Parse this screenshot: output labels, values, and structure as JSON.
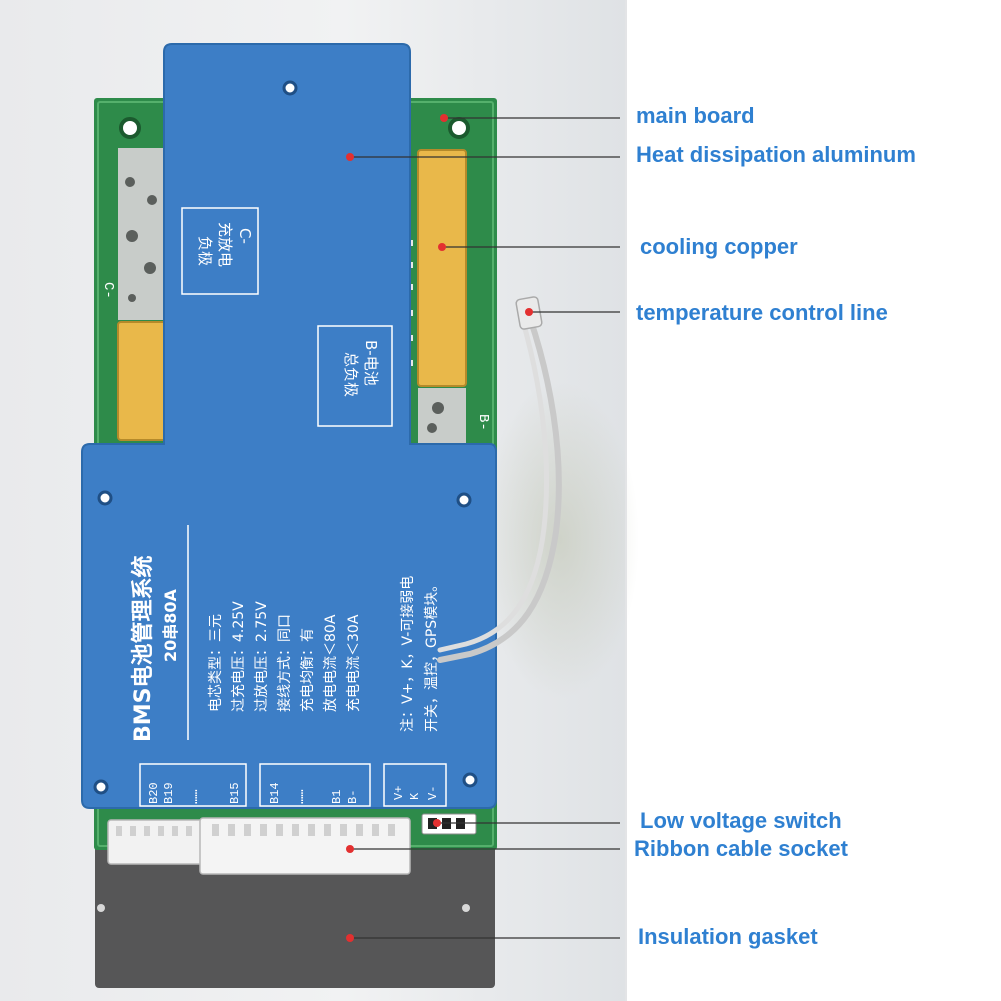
{
  "colors": {
    "label": "#2f80d1",
    "board_blue": "#3d7ec6",
    "pcb_green": "#2e8b4a",
    "copper": "#e9b84a",
    "gasket": "#565657",
    "marker": "#e33030"
  },
  "callouts": [
    {
      "id": "main-board",
      "text": "main board"
    },
    {
      "id": "heat-dissipation-aluminum",
      "text": "Heat dissipation aluminum"
    },
    {
      "id": "cooling-copper",
      "text": "cooling copper"
    },
    {
      "id": "temperature-control-line",
      "text": "temperature control line"
    },
    {
      "id": "low-voltage-switch",
      "text": "Low voltage switch"
    },
    {
      "id": "ribbon-cable-socket",
      "text": "Ribbon cable socket"
    },
    {
      "id": "insulation-gasket",
      "text": "Insulation gasket"
    }
  ],
  "board": {
    "c_minus_edge": "C-",
    "b_minus_edge": "B-",
    "c_minus_box": [
      "C-",
      "充放电",
      "负极"
    ],
    "b_minus_box": [
      "B-电池",
      "总负极"
    ],
    "title": "BMS电池管理系统",
    "model": "20串80A",
    "specs": [
      "电芯类型：三元",
      "过充电压：4.25V",
      "过放电压：2.75V",
      "接线方式：同口",
      "充电均衡：有",
      "放电电流＜80A",
      "充电电流＜30A"
    ],
    "note": [
      "注：V+，K，V-可接弱电",
      "开关，温控，GPS模块。"
    ],
    "pins_left": [
      "B20",
      "B19",
      "⋯⋯",
      "B15"
    ],
    "pins_mid": [
      "B14",
      "⋯⋯",
      "B1",
      "B-"
    ],
    "pins_right": [
      "V+",
      "K",
      "V-"
    ]
  }
}
